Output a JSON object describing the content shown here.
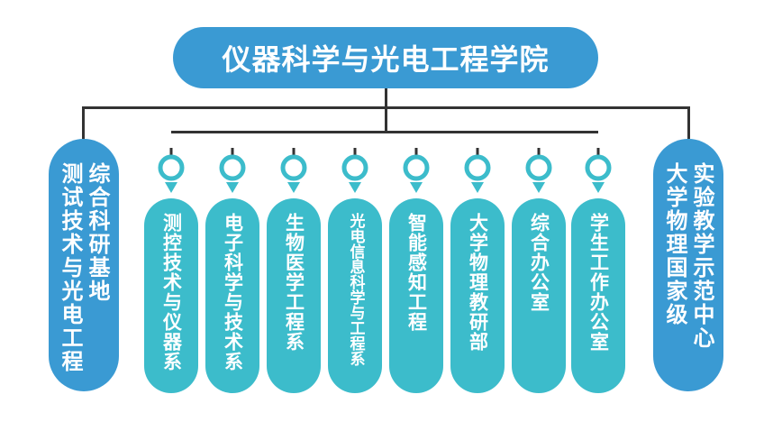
{
  "root": {
    "title": "仪器科学与光电工程学院"
  },
  "left_base": {
    "columns": [
      "综合科研基地",
      "测试技术与光电工程"
    ]
  },
  "departments": [
    {
      "label": "测控技术与仪器系"
    },
    {
      "label": "电子科学与技术系"
    },
    {
      "label": "生物医学工程系"
    },
    {
      "label": "光电信息科学与工程系"
    },
    {
      "label": "智能感知工程"
    },
    {
      "label": "大学物理教研部"
    },
    {
      "label": "综合办公室"
    },
    {
      "label": "学生工作办公室"
    }
  ],
  "right_base": {
    "columns": [
      "实验教学示范中心",
      "大学物理国家级"
    ]
  },
  "colors": {
    "root": "#3a9ad3",
    "side": "#3a9ad3",
    "department": "#3cbccb",
    "line": "#333333"
  }
}
